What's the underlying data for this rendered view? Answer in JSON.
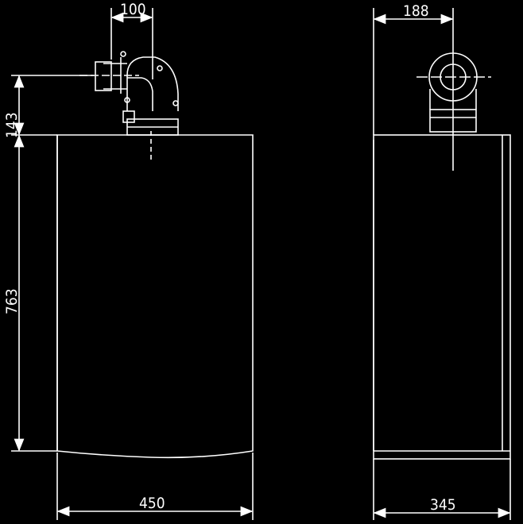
{
  "diagram": {
    "background": "#000000",
    "line_color": "#ffffff",
    "front_view": {
      "dim_top_flue": "100",
      "dim_flue_height": "143",
      "dim_body_height": "763",
      "dim_width": "450"
    },
    "side_view": {
      "dim_top_flue": "188",
      "dim_depth": "345"
    }
  }
}
